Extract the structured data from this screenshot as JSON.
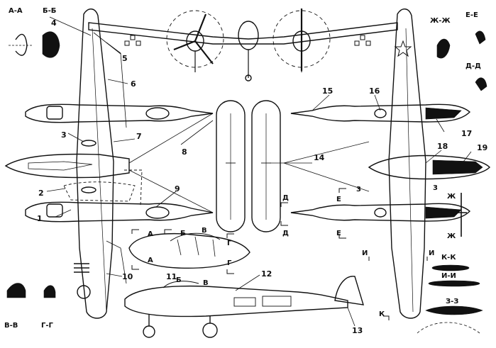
{
  "section_labels": {
    "aa": "А-А",
    "bb": "Б-Б",
    "vv": "В-В",
    "gg": "Г-Г",
    "zhzh": "Ж-Ж",
    "ee": "Е-Е",
    "dd": "Д-Д",
    "kk": "К-К",
    "ii": "И-И",
    "zz": "З-З"
  },
  "cut_marks": {
    "a1": "А",
    "a2": "А",
    "b1": "Б",
    "b2": "Б",
    "v1": "В",
    "v2": "В",
    "g1": "Г",
    "g2": "Г",
    "d1": "Д",
    "d2": "Д",
    "e1": "Е",
    "e2": "Е",
    "zh1": "Ж",
    "zh2": "Ж",
    "z1": "3",
    "z2": "3",
    "i1": "И",
    "i2": "И",
    "k1": "К"
  },
  "callouts": [
    "1",
    "2",
    "3",
    "4",
    "5",
    "6",
    "7",
    "8",
    "9",
    "10",
    "11",
    "12",
    "13",
    "14",
    "15",
    "16",
    "17",
    "18",
    "19"
  ],
  "colors": {
    "ink": "#111111",
    "paper": "#ffffff"
  }
}
